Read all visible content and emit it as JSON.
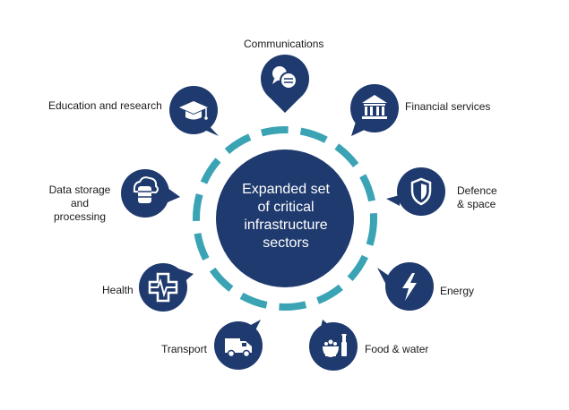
{
  "center": {
    "lines": [
      "Expanded set",
      "of critical",
      "infrastructure",
      "sectors"
    ]
  },
  "colors": {
    "navy": "#1f3a6e",
    "teal": "#3aa3b4",
    "text": "#1a1a1a",
    "icon": "#ffffff"
  },
  "sectors": [
    {
      "label": "Communications",
      "icon": "chat-bubbles-icon"
    },
    {
      "label": "Financial services",
      "icon": "bank-building-icon"
    },
    {
      "label": "Defence\n& space",
      "icon": "shield-icon"
    },
    {
      "label": "Energy",
      "icon": "lightning-bolt-icon"
    },
    {
      "label": "Food & water",
      "icon": "food-bowl-bottle-icon"
    },
    {
      "label": "Transport",
      "icon": "delivery-truck-icon"
    },
    {
      "label": "Health",
      "icon": "medical-cross-heartbeat-icon"
    },
    {
      "label": "Data storage\nand\nprocessing",
      "icon": "cloud-database-icon"
    },
    {
      "label": "Education and research",
      "icon": "graduation-cap-icon"
    }
  ]
}
